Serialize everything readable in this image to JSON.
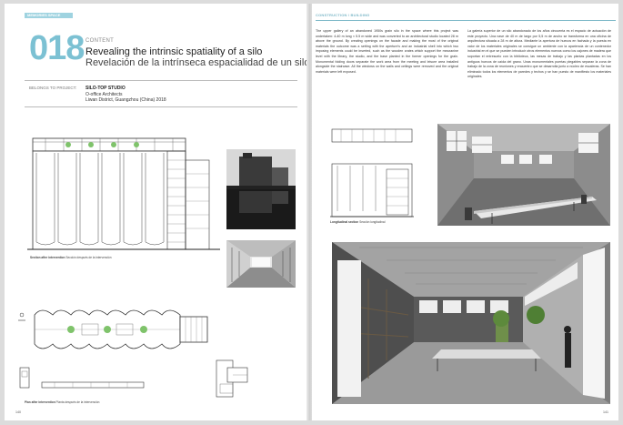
{
  "header": {
    "left_tab": "MEMORIES SPACE",
    "right_label": "CONSTRUCTION / BUILDING"
  },
  "project": {
    "number": "018",
    "content_label": "CONTENT",
    "title_en": "Revealing the intrinsic spatiality of a silo",
    "title_es": "Revelación de la intrínseca espacialidad de un silo",
    "belongs_label": "BELONGS TO PROJECT:",
    "studio": "SILO-TOP STUDIO",
    "architect": "O-office Architects",
    "location": "Liwan District, Guangzhou (China) 2018"
  },
  "text": {
    "english": "The upper gallery of an abandoned 1950s grain silo in the space where this project was undertaken: 4-40 m long × 5.5 m wide and was converted to an architectural studio located 28 m above the ground. By creating openings on the facade and making the most of the original materials the outcome was a setting with the aperture's and an industrial shell into which two imposing elements could be inserted, such as the wooden crates which support the mezzanine level with the library, the studio, and the base planted in the former openings for the grain. Monumental folding doors separate the work area from the meeting and leisure area installed alongside the staircase. All the windows on the walls and ceilings were removed and the original materials were left exposed.",
    "spanish": "La galería superior de un silo abandonado de los años cincuenta es el espacio de actuación de este proyecto. Una nave de 40 m de largo por 5,5 m de ancho se transforma en una oficina de arquitectura situada a 28 m de altura. Mediante la apertura de huecos en fachada y la puesta en valor de los materiales originales se consigue un ambiente con la apariencia de un contenedor industrial en el que se pueden introducir otros elementos nuevos como los cajones de madera que soportan el entresuelo con la biblioteca, las mesas de trabajo y las plantas plantadas en los antiguos huecos de caída del grano. Unas monumentales puertas plegables separan la zona de trabajo de la zona de reuniones y encuentro que se desarrolla junto a núcleo de escaleras. Se han eliminado todos los elementos de paredes y techos y se han puesto de manifiesto los materiales originales."
  },
  "captions": {
    "section": [
      "Section after intervention",
      "Sección después de la intervención"
    ],
    "section_small": [
      "Longitudinal section",
      "Sección longitudinal"
    ],
    "plan": [
      "Plan after intervention",
      "Planta después de la intervención"
    ]
  },
  "pages": {
    "left": "140",
    "right": "141"
  }
}
